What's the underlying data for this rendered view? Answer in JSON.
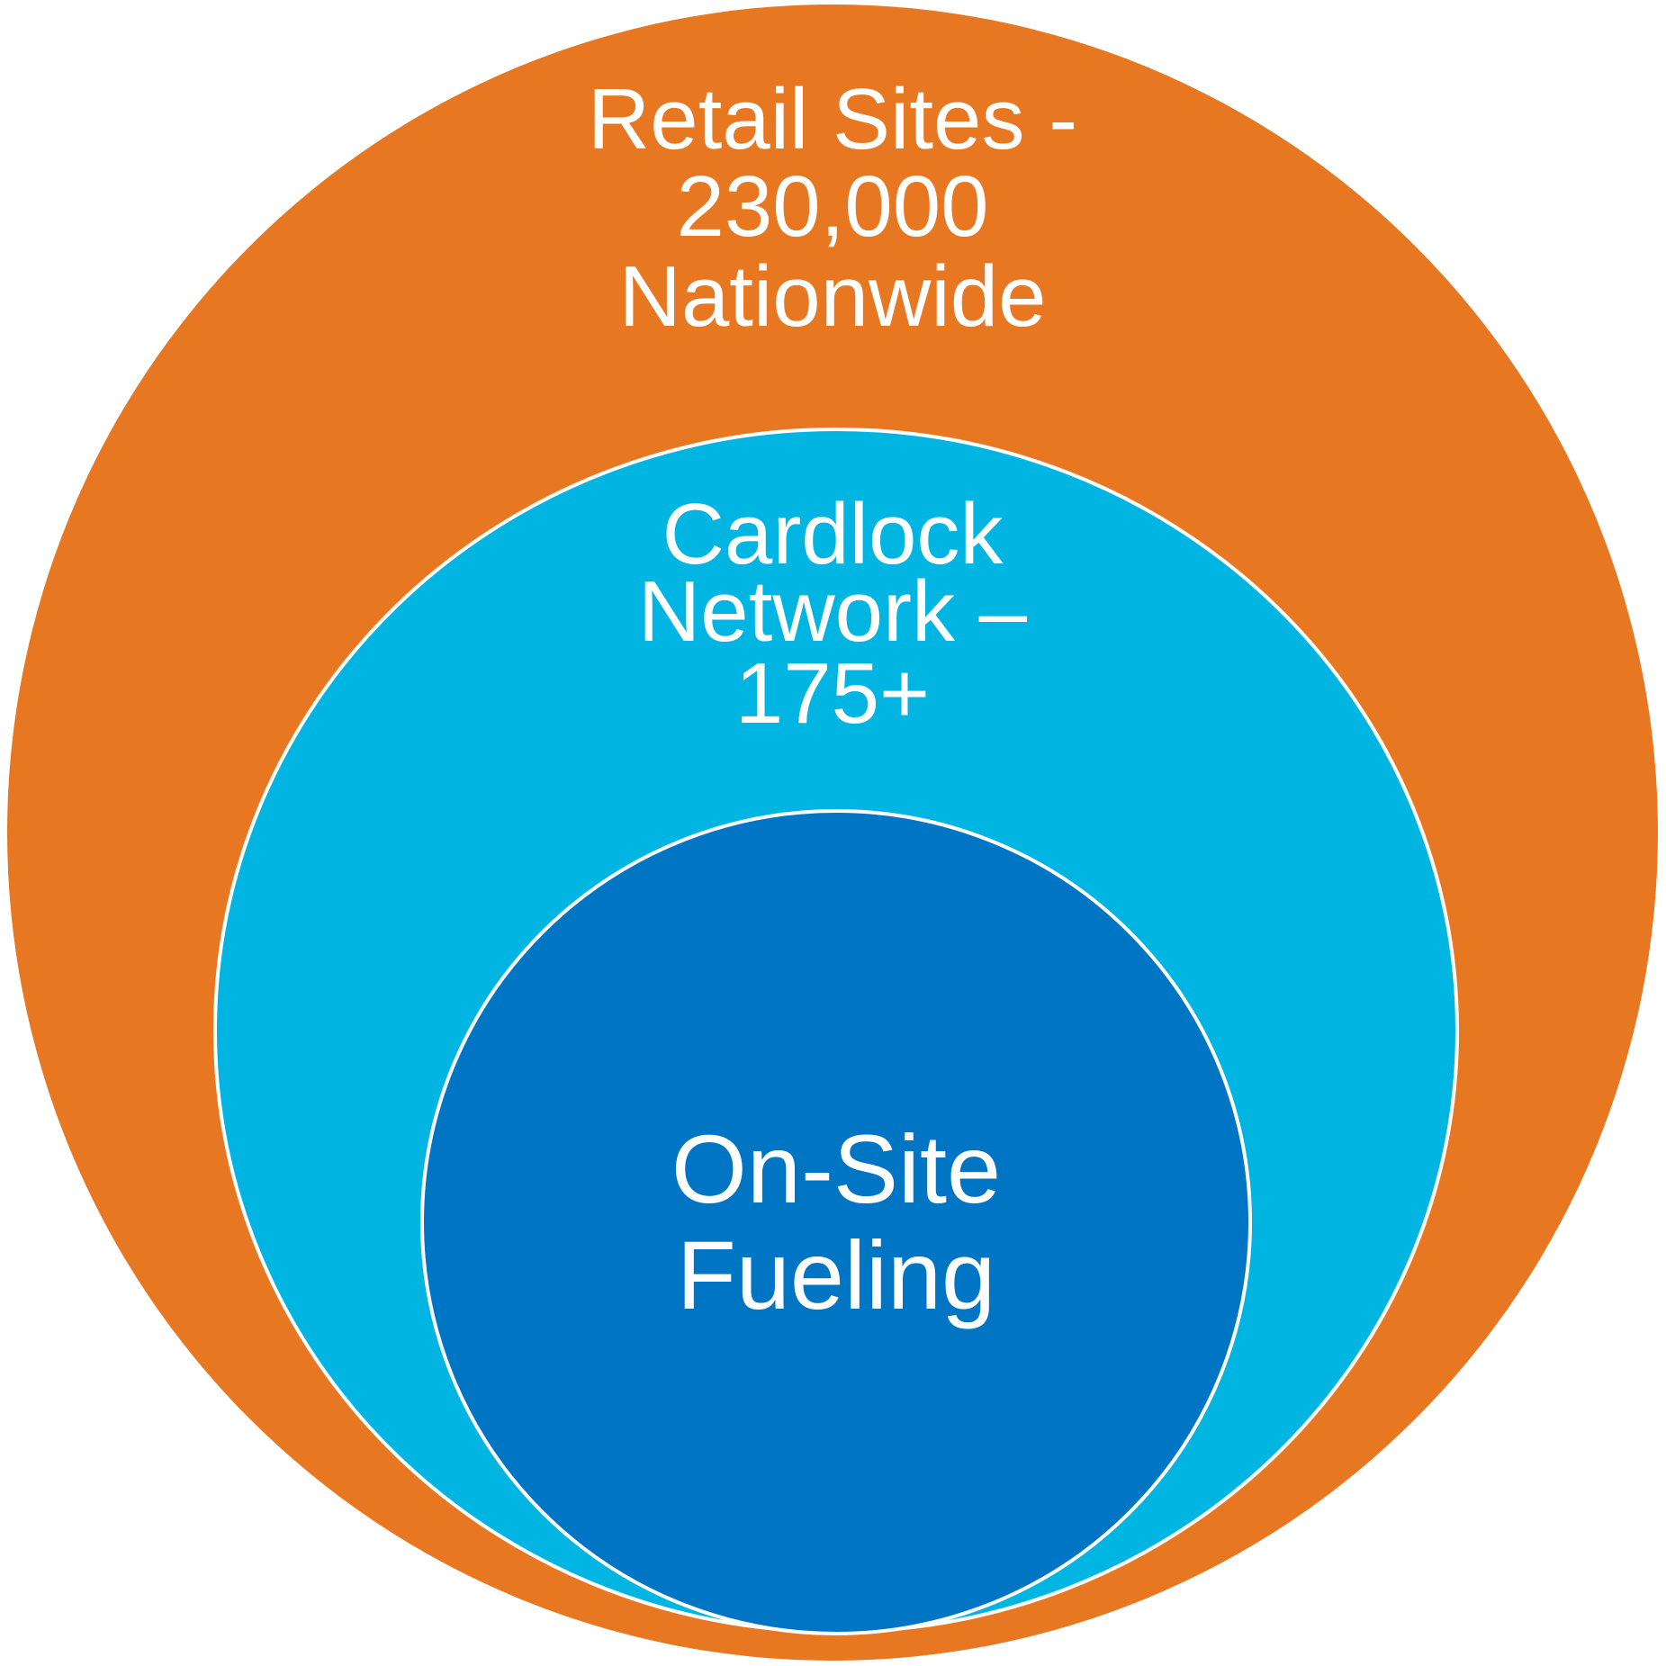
{
  "diagram": {
    "type": "nested-circles",
    "levels": [
      {
        "id": "retail-sites",
        "lines": [
          "Retail Sites -",
          "230,000",
          "Nationwide"
        ],
        "color": "#E87722"
      },
      {
        "id": "cardlock-network",
        "lines": [
          "Cardlock",
          "Network –",
          "175+"
        ],
        "color": "#00B5E2"
      },
      {
        "id": "on-site-fueling",
        "lines": [
          "On-Site",
          "Fueling"
        ],
        "color": "#0075C4"
      }
    ],
    "stroke_color": "#ffffff",
    "label_color": "#ffffff"
  }
}
